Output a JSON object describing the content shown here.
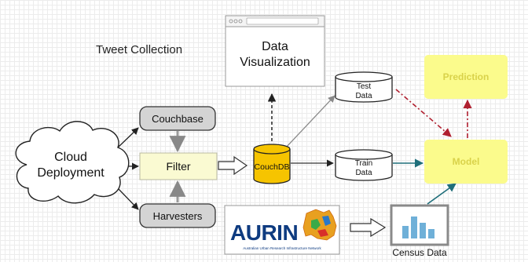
{
  "title": "Tweet Collection",
  "nodes": {
    "cloud": {
      "line1": "Cloud",
      "line2": "Deployment"
    },
    "couchbase": "Couchbase",
    "filter": "Filter",
    "harvesters": "Harvesters",
    "couchdb": "CouchDB",
    "visualization": {
      "line1": "Data",
      "line2": "Visualization"
    },
    "test_data": {
      "line1": "Test",
      "line2": "Data"
    },
    "train_data": {
      "line1": "Train",
      "line2": "Data"
    },
    "prediction": "Prediction",
    "model": "Model",
    "aurin": {
      "logo": "AURIN",
      "subtitle": "Australian Urban Research Infrastructure Network"
    },
    "census": "Census Data"
  },
  "colors": {
    "yellow_box": "#fbfb8c",
    "yellow_box_text": "#d9d24a",
    "filter_fill": "#fafad2",
    "gray_box": "#d4d4d4",
    "couchdb_fill": "#f6c400",
    "teal_arrow": "#1f6e7a",
    "red_dash": "#b02030",
    "aurin_navy": "#0e3b80"
  }
}
